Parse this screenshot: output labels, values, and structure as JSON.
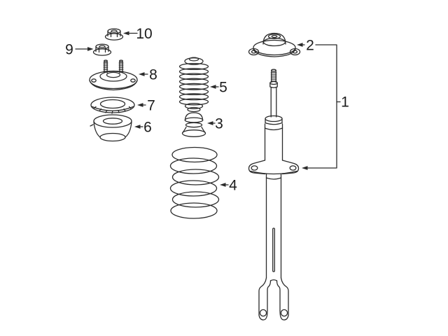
{
  "figure": {
    "background_color": "#ffffff",
    "line_color": "#2b2b2b",
    "callouts": [
      {
        "label": "1",
        "part_name": "strut-assembly"
      },
      {
        "label": "2",
        "part_name": "upper-mount-plate"
      },
      {
        "label": "3",
        "part_name": "bump-stop"
      },
      {
        "label": "4",
        "part_name": "coil-spring"
      },
      {
        "label": "5",
        "part_name": "dust-boot"
      },
      {
        "label": "6",
        "part_name": "lower-spring-mount"
      },
      {
        "label": "7",
        "part_name": "spring-seat-ring"
      },
      {
        "label": "8",
        "part_name": "upper-strut-mount"
      },
      {
        "label": "9",
        "part_name": "flange-nut-lower"
      },
      {
        "label": "10",
        "part_name": "flange-nut-upper"
      }
    ]
  }
}
